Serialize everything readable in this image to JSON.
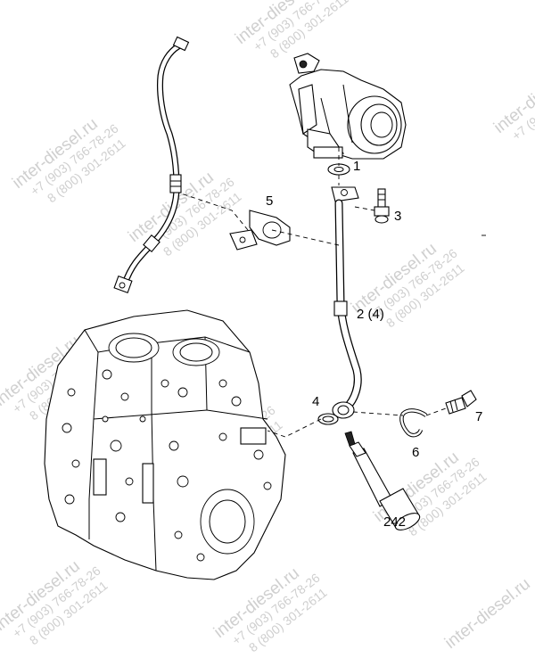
{
  "watermark": {
    "site": "inter-diesel.ru",
    "phone1": "+7 (903) 766-78-26",
    "phone2": "8 (800) 301-2611"
  },
  "callouts": {
    "c1": "1",
    "c2": "2 (4)",
    "c3": "3",
    "c4": "4",
    "c5": "5",
    "c6": "6",
    "c7": "7",
    "c242": "242"
  }
}
